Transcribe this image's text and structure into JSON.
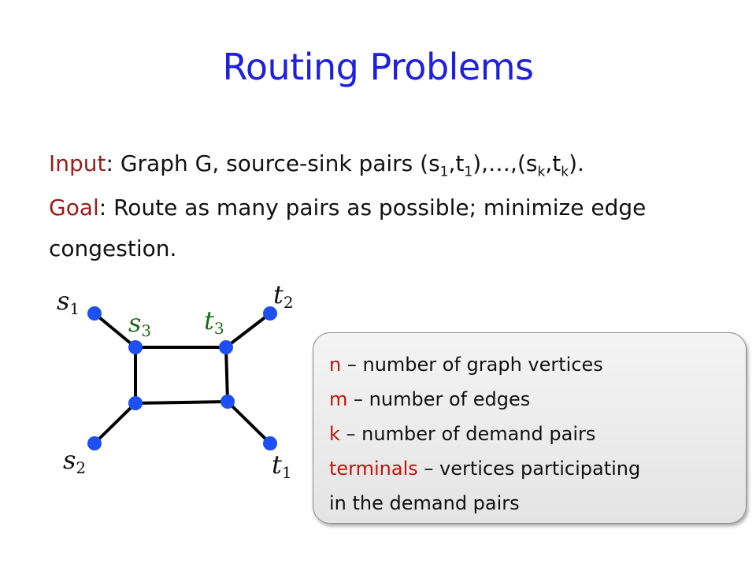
{
  "slide": {
    "title": "Routing Problems",
    "input": {
      "label": "Input",
      "text_before": ": Graph G, source-sink pairs (s",
      "sub1": "1",
      "text_comma1": ",t",
      "sub2": "1",
      "text_middle": "),…,(s",
      "sub3": "k",
      "text_comma2": ",t",
      "sub4": "k",
      "text_end": ")."
    },
    "goal": {
      "label": "Goal",
      "text": ": Route as many pairs as possible; minimize edge congestion."
    }
  },
  "graph": {
    "node_color": "#1e4ff2",
    "edge_color": "#000000",
    "label_color_outer": "#111111",
    "label_color_inner": "#1e6b1e",
    "nodes": [
      {
        "id": "s1",
        "label": "s1"
      },
      {
        "id": "s3",
        "label": "s3"
      },
      {
        "id": "t3",
        "label": "t3"
      },
      {
        "id": "t2",
        "label": "t2"
      },
      {
        "id": "s2",
        "label": "s2"
      },
      {
        "id": "t1",
        "label": "t1"
      }
    ]
  },
  "info": {
    "rows": [
      {
        "term": "n",
        "desc": " – number of graph vertices"
      },
      {
        "term": "m",
        "desc": " – number of edges"
      },
      {
        "term": "k",
        "desc": " – number of demand pairs"
      },
      {
        "term": "terminals",
        "desc": " – vertices participating"
      },
      {
        "term": "",
        "desc": "in the demand pairs"
      }
    ]
  }
}
